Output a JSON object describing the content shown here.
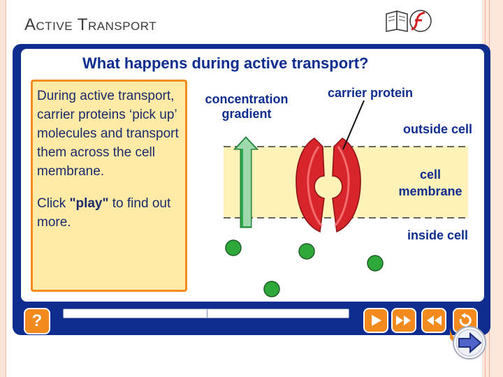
{
  "slide": {
    "title": "Active Transport"
  },
  "top_icons": [
    "book-icon",
    "flash-icon"
  ],
  "panel": {
    "question": "What happens during active transport?",
    "info_text_1": "During active transport, carrier proteins ‘pick up’ molecules and transport them across the cell membrane.",
    "info_text_2_before": "Click ",
    "info_text_2_bold": "\"play\"",
    "info_text_2_after": " to find out more."
  },
  "diagram": {
    "label_concentration": "concentration gradient",
    "label_carrier": "carrier protein",
    "label_outside": "outside cell",
    "label_membrane": "cell membrane",
    "label_inside": "inside cell",
    "colors": {
      "membrane": "#fff2b8",
      "protein": "#d8242b",
      "arrow": "#2aa84a",
      "molecule": "#2fa83a",
      "label": "#0e2d8f",
      "accent": "#f28a1e"
    }
  },
  "controls": {
    "help_label": "?",
    "buttons": [
      "play-icon",
      "fast-forward-icon",
      "rewind-icon",
      "replay-icon"
    ]
  }
}
